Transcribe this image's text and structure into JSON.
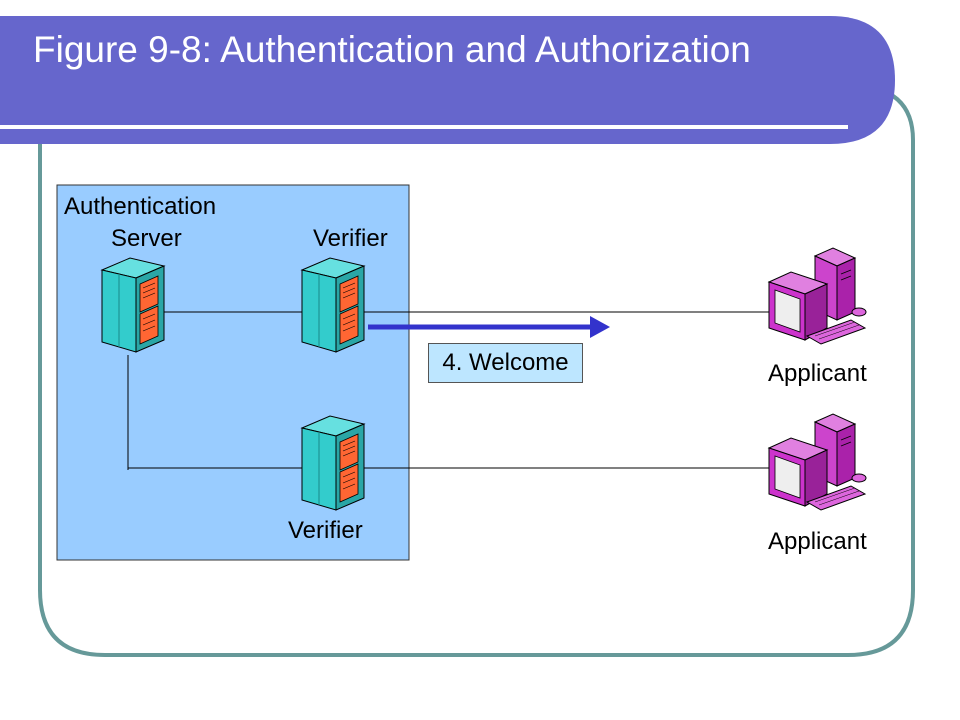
{
  "slide": {
    "title": "Figure 9-8: Authentication and Authorization"
  },
  "diagram": {
    "auth_server_label_line1": "Authentication",
    "auth_server_label_line2": "Server",
    "verifier_top_label": "Verifier",
    "verifier_bottom_label": "Verifier",
    "applicant_top_label": "Applicant",
    "applicant_bottom_label": "Applicant",
    "message_label": "4. Welcome"
  },
  "colors": {
    "title_bar": "#6666cc",
    "frame_border": "#669999",
    "server_zone": "#99ccff",
    "message_box": "#bde6ff",
    "arrow": "#3333cc",
    "applicant_pc": "#cc33cc",
    "server_body": "#33cccc",
    "server_panel": "#ff6633"
  },
  "icons": {
    "auth_server": "server-tower-icon",
    "verifier": "server-tower-icon",
    "applicant": "desktop-computer-icon"
  }
}
